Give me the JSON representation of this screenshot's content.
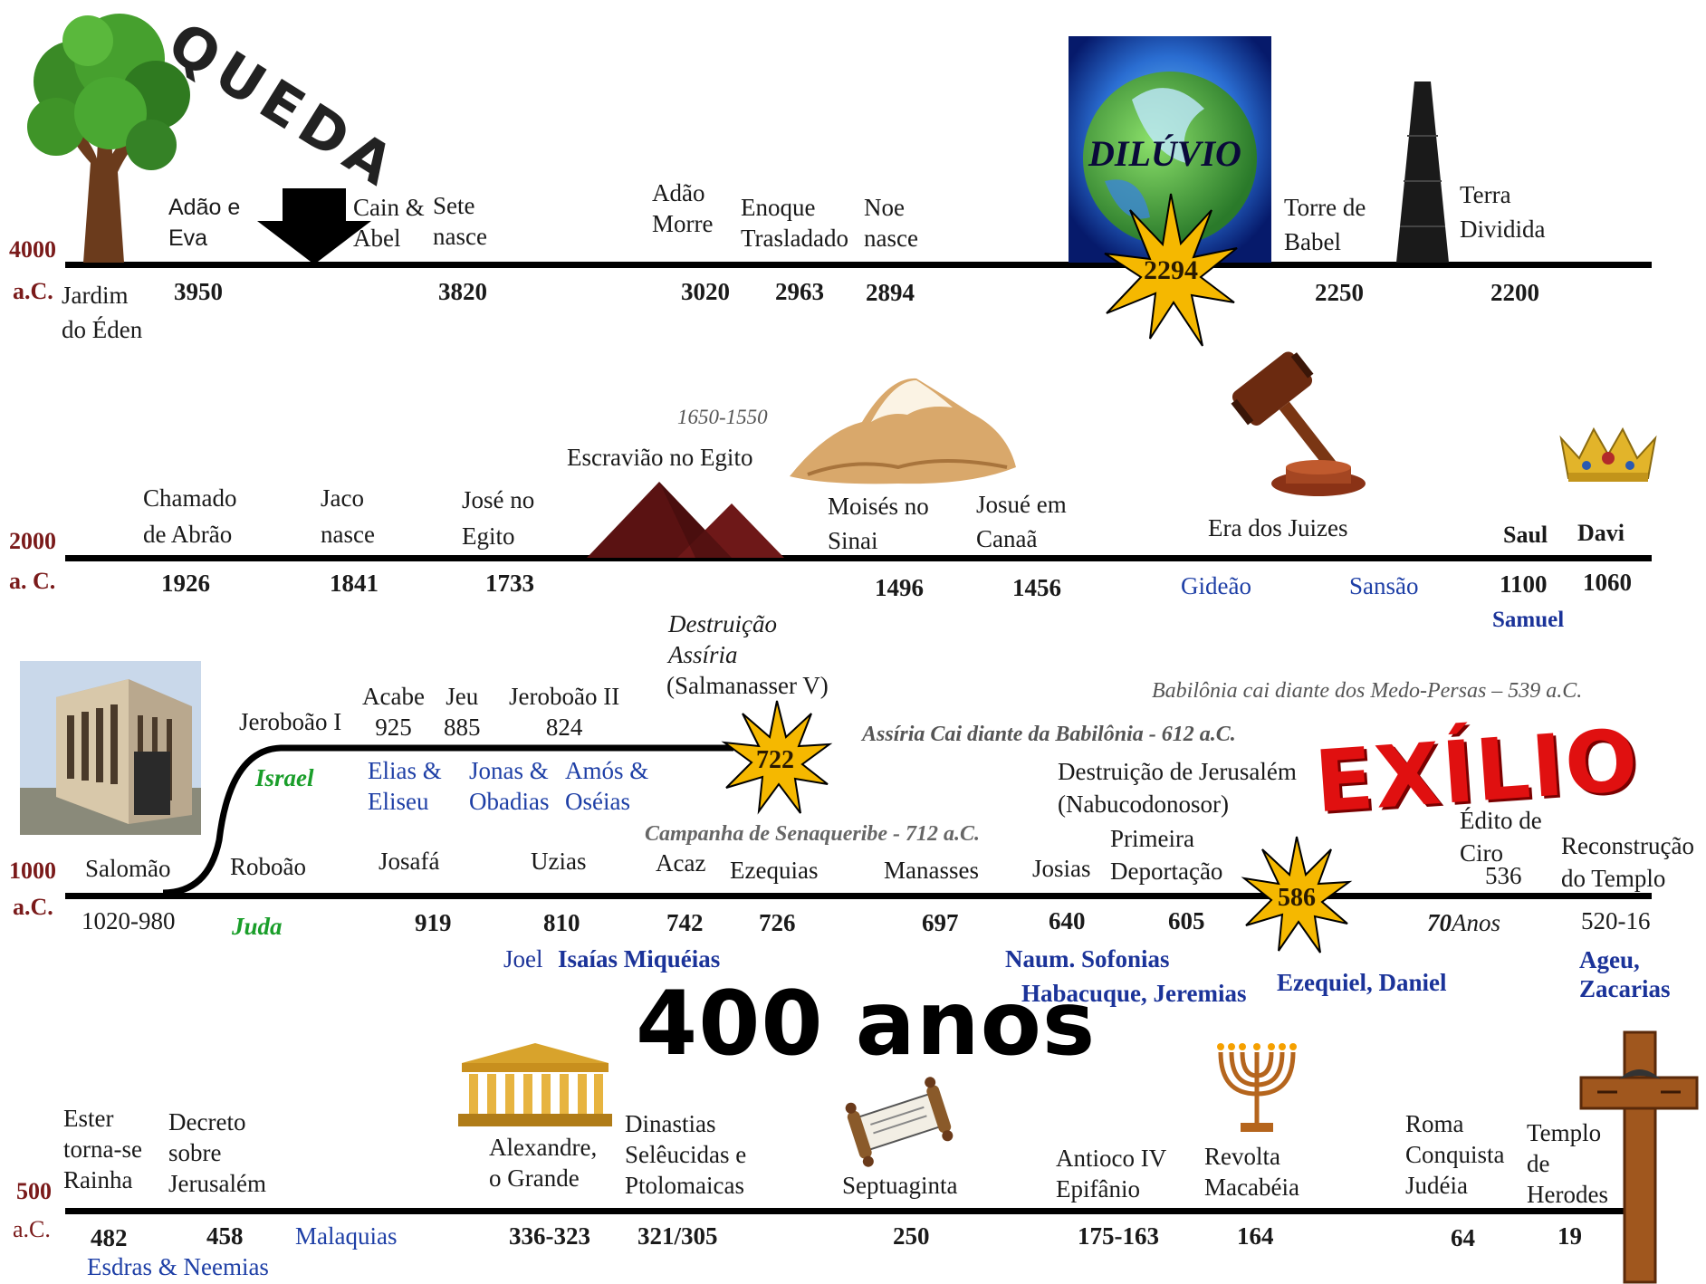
{
  "rows": {
    "r1": {
      "era": [
        "4000",
        "a.C."
      ],
      "events": {
        "jardim": "Jardim\ndo Éden",
        "adao_eva": "Adão e\nEva",
        "queda": "QUEDA",
        "cain": "Cain &\nAbel",
        "sete": "Sete\nnasce",
        "adao_morre": "Adão\nMorre",
        "enoque": "Enoque\nTrasladado",
        "noe": "Noe\nnasce",
        "diluvio": "DILÚVIO",
        "torre": "Torre de\nBabel",
        "terra": "Terra\nDividida"
      },
      "years": {
        "y3950": "3950",
        "y3820": "3820",
        "y3020": "3020",
        "y2963": "2963",
        "y2894": "2894",
        "y2294": "2294",
        "y2250": "2250",
        "y2200": "2200"
      }
    },
    "r2": {
      "era": [
        "2000",
        "a. C."
      ],
      "events": {
        "abrao": "Chamado\nde Abrão",
        "jaco": "Jaco\nnasce",
        "jose": "José no\nEgito",
        "escravidao_period": "1650-1550",
        "escravidao": "Escravião no Egito",
        "moises": "Moisés no\nSinai",
        "josue": "Josué em\nCanaã",
        "juizes": "Era dos Juizes",
        "saul": "Saul",
        "davi": "Davi"
      },
      "years": {
        "y1926": "1926",
        "y1841": "1841",
        "y1733": "1733",
        "y1496": "1496",
        "y1456": "1456",
        "y1100": "1100",
        "y1060": "1060"
      },
      "prophets": {
        "gideao": "Gideão",
        "sansao": "Sansão",
        "samuel": "Samuel"
      }
    },
    "r3": {
      "era": [
        "1000",
        "a.C."
      ],
      "israel": {
        "label": "Israel",
        "jeroboao1": "Jeroboão I",
        "acabe": "Acabe\n925",
        "jeu": "Jeu\n885",
        "jeroboao2": "Jeroboão II\n824",
        "elias": "Elias &\nEliseu",
        "jonas": "Jonas &\nObadias",
        "amos": "Amós &\nOséias",
        "destruicao_assiria": "Destruição\nAssíria",
        "salmanasser": "(Salmanasser V)",
        "y722": "722"
      },
      "notes": {
        "babilonia_cai": "Babilônia cai diante dos Medo-Persas – 539 a.C.",
        "assiria_cai": "Assíria Cai diante da Babilônia  - 612 a.C.",
        "destr_jerusalem": "Destruição de Jerusalém\n(Nabucodonosor)",
        "exilio": "EXÍLIO",
        "campanha": "Campanha de Senaqueribe - 712 a.C."
      },
      "judah": {
        "label": "Juda",
        "salomao": "Salomão",
        "roboao": "Roboão",
        "josafa": "Josafá",
        "uzias": "Uzias",
        "acaz": "Acaz",
        "ezequias": "Ezequias",
        "manasses": "Manasses",
        "josias": "Josias",
        "primeira": "Primeira\nDeportação",
        "edito": "Édito de\nCiro",
        "y536": "536",
        "reconstrucao": "Reconstrução\ndo Templo"
      },
      "years": {
        "y1020": "1020-980",
        "y919": "919",
        "y810": "810",
        "y742": "742",
        "y726": "726",
        "y697": "697",
        "y640": "640",
        "y605": "605",
        "y586": "586",
        "y70": "70",
        "anos70": "Anos",
        "y520": "520-16"
      },
      "prophets": {
        "joel": "Joel",
        "isaias": "Isaías Miquéias",
        "naum": "Naum. Sofonias",
        "habacuque": "Habacuque, Jeremias",
        "ezequiel": "Ezequiel, Daniel",
        "ageu": "Ageu,\nZacarias"
      }
    },
    "r4": {
      "era": [
        "500",
        "a.C."
      ],
      "big_label": "400 anos",
      "events": {
        "ester": "Ester\ntorna-se\nRainha",
        "decreto": "Decreto\nsobre\nJerusalém",
        "alexandre": "Alexandre,\no Grande",
        "dinastias": "Dinastias\nSelêucidas e\nPtolomaicas",
        "septuaginta": "Septuaginta",
        "antioco": "Antioco IV\nEpifânio",
        "revolta": "Revolta\nMacabéia",
        "roma": "Roma\nConquista\nJudéia",
        "templo": "Templo\nde\nHerodes"
      },
      "years": {
        "y482": "482",
        "y458": "458",
        "y336": "336-323",
        "y321": "321/305",
        "y250": "250",
        "y175": "175-163",
        "y164": "164",
        "y64": "64",
        "y19": "19"
      },
      "prophets": {
        "malaquias": "Malaquias",
        "esdras": "Esdras & Neemias"
      }
    }
  },
  "colors": {
    "era": "#7a1a1a",
    "prophet": "#1e3fa6",
    "kingdom": "#1a9e2a",
    "starburst": "#f5b800",
    "exilio": "#e01010"
  }
}
